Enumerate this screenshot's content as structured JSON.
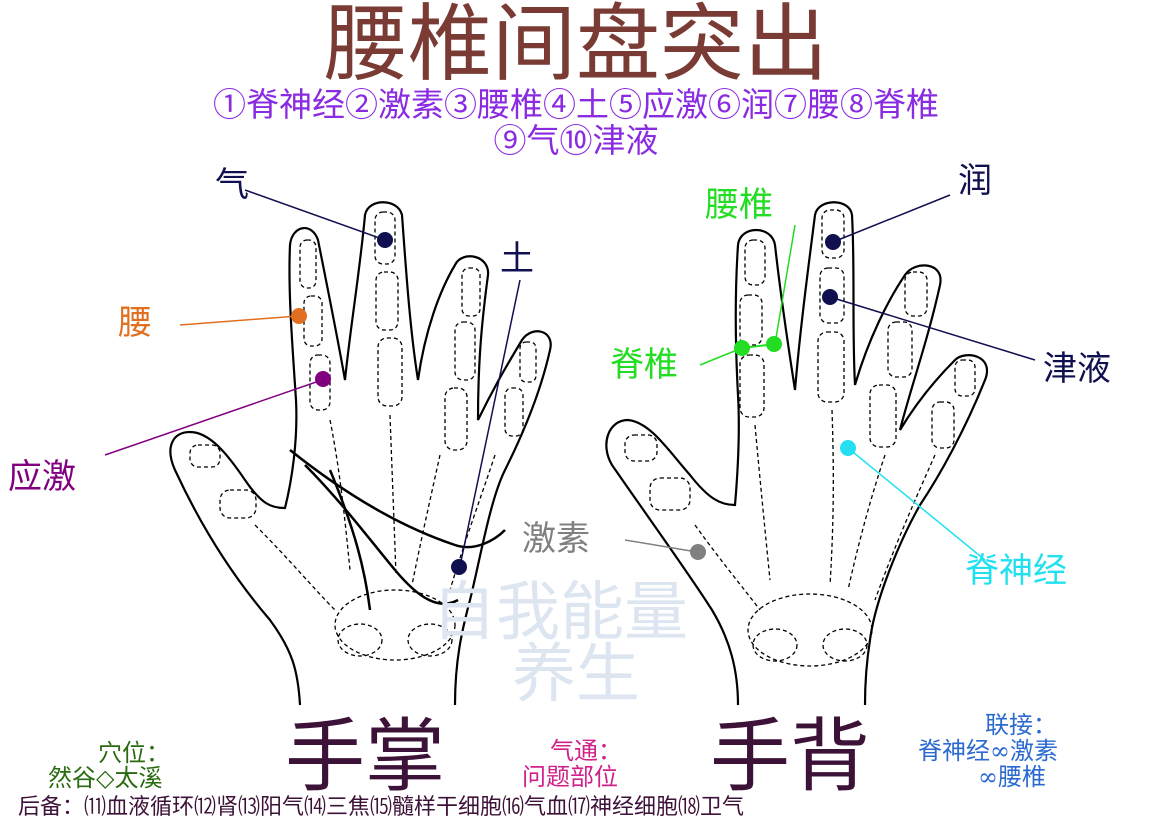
{
  "title": "腰椎间盘突出",
  "legend": {
    "line1": "①脊神经②激素③腰椎④土⑤应激⑥润⑦腰⑧脊椎",
    "line2": "⑨气⑩津液"
  },
  "palm": {
    "caption": "手掌",
    "labels": {
      "qi": "气",
      "tu": "土",
      "yao": "腰",
      "yingji": "应激"
    }
  },
  "back": {
    "caption": "手背",
    "labels": {
      "yaozhui": "腰椎",
      "run": "润",
      "jizhui": "脊椎",
      "jinye": "津液",
      "jisu": "激素",
      "jishenjing": "脊神经"
    }
  },
  "acupoint": {
    "heading": "穴位：",
    "value": "然谷◇太溪"
  },
  "qitong": {
    "heading": "气通：",
    "value": "问题部位"
  },
  "connection": {
    "heading": "联接：",
    "line1": "脊神经∞激素",
    "line2": "∞腰椎"
  },
  "watermark": {
    "line1": "自我能量",
    "line2": "养生"
  },
  "footer": "后备：⑾血液循环⑿肾⒀阳气⒁三焦⒂髓样干细胞⒃气血⒄神经细胞⒅卫气",
  "colors": {
    "title": "#7a3b35",
    "legend": "#8a2be2",
    "navy": "#101050",
    "orange": "#e07020",
    "purple": "#800080",
    "green": "#22dd22",
    "cyan": "#22e0f0",
    "gray": "#808080",
    "pink": "#d0208a",
    "darkgreen": "#2a6a10",
    "blue": "#2a6ad0"
  }
}
